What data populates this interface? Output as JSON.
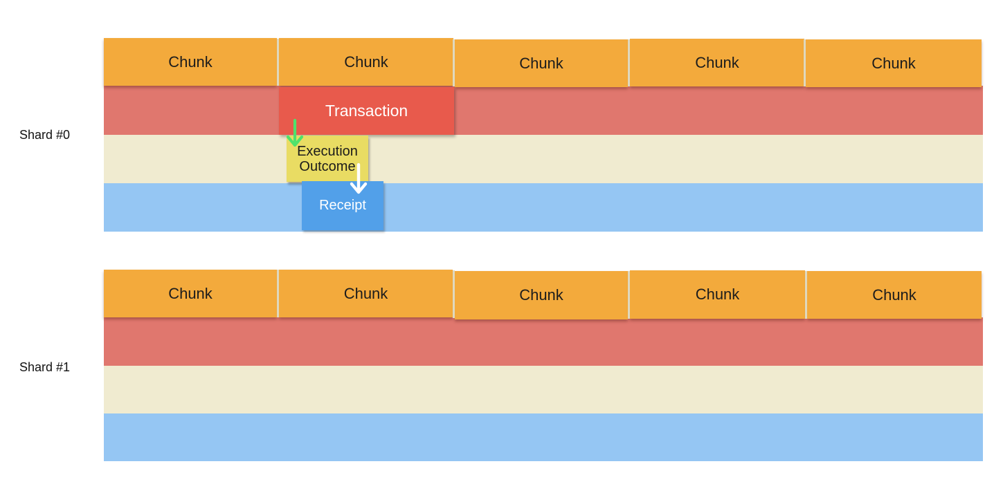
{
  "shards": [
    {
      "label": "Shard #0",
      "chunks": [
        "Chunk",
        "Chunk",
        "Chunk",
        "Chunk",
        "Chunk"
      ]
    },
    {
      "label": "Shard #1",
      "chunks": [
        "Chunk",
        "Chunk",
        "Chunk",
        "Chunk",
        "Chunk"
      ]
    }
  ],
  "flow": {
    "transaction_label": "Transaction",
    "execution_outcome_lines": [
      "Execution",
      "Outcome"
    ],
    "receipt_label": "Receipt"
  },
  "arrows": [
    {
      "name": "transaction-to-execution-outcome",
      "direction": "down",
      "color": "#4EE26C"
    },
    {
      "name": "execution-outcome-to-receipt",
      "direction": "down",
      "color": "#FFFFFF"
    }
  ],
  "colors": {
    "background": "#FFFFFF",
    "chunk_orange": "#F3AA3C",
    "chunk_divider": "#DFD8BE",
    "band_red": "#E0776E",
    "band_cream": "#F0EBD0",
    "band_blue": "#95C6F3",
    "transaction_red": "#E85A4C",
    "outcome_yellow": "#E9DC63",
    "receipt_blue": "#52A0E9",
    "arrow_green": "#4EE26C",
    "arrow_white": "#FFFFFF",
    "label_text": "#111111",
    "chunk_text": "#1C1C1C",
    "light_text": "#FFFFFF"
  }
}
